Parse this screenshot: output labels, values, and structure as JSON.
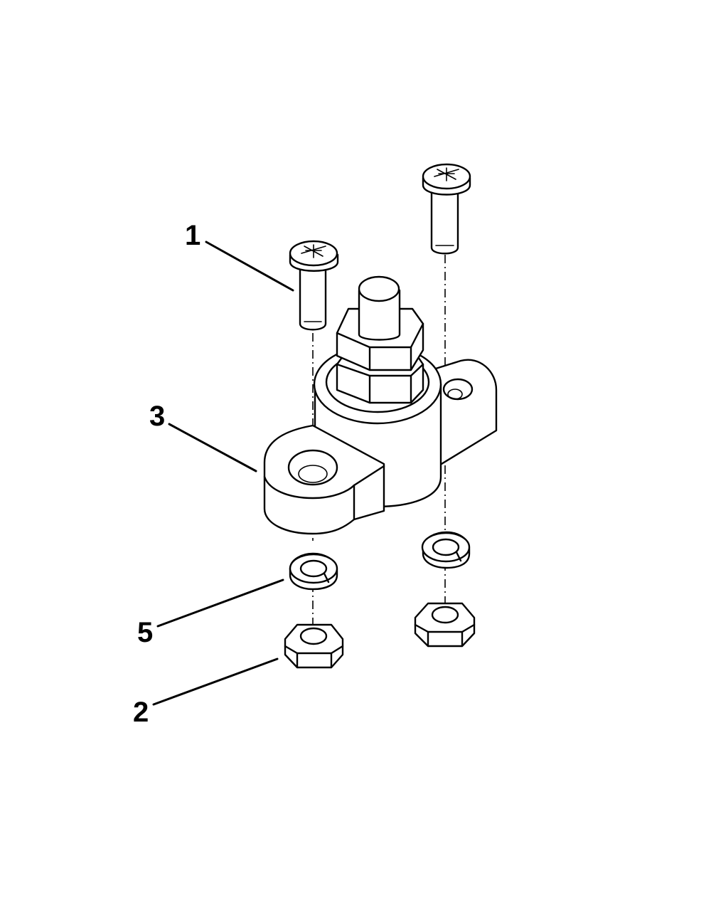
{
  "callouts": [
    {
      "id": "screw",
      "label": "1"
    },
    {
      "id": "base",
      "label": "3"
    },
    {
      "id": "lock-washer",
      "label": "5"
    },
    {
      "id": "nut",
      "label": "2"
    }
  ]
}
